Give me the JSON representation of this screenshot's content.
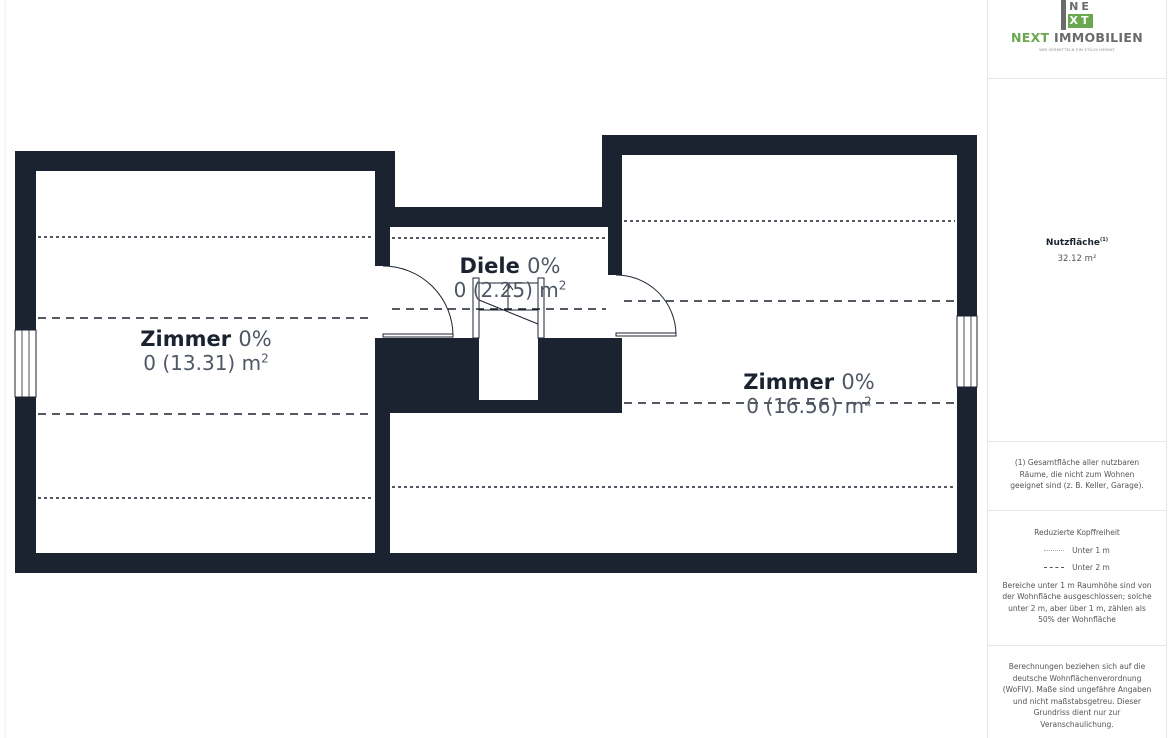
{
  "colors": {
    "wall": "#1c2330",
    "accent": "#6aa84f",
    "logo_grey": "#6b6b6b"
  },
  "rooms": [
    {
      "name": "Zimmer",
      "percent": "0%",
      "area": "0 (13.31) m",
      "unit_sup": "2"
    },
    {
      "name": "Diele",
      "percent": "0%",
      "area": "0 (2.25) m",
      "unit_sup": "2"
    },
    {
      "name": "Zimmer",
      "percent": "0%",
      "area": "0 (16.56) m",
      "unit_sup": "2"
    }
  ],
  "sidebar": {
    "logo": {
      "letters_top": "NE",
      "letters_bottom": "XT",
      "word1": "NEXT",
      "word2": "IMMOBILIEN",
      "tagline": "WIR VERMITTELN EIN STÜCK HEIMAT"
    },
    "nutzflaeche": {
      "label": "Nutzfläche",
      "sup": "(1)",
      "value": "32.12 m²"
    },
    "footnote": "(1) Gesamtfläche aller nutzbaren Räume, die nicht zum Wohnen geeignet sind (z. B. Keller, Garage).",
    "legend": {
      "title": "Reduzierte Kopffreiheit",
      "under1": "Unter 1 m",
      "under2": "Unter 2 m",
      "text": "Bereiche unter 1 m Raumhöhe sind von der Wohnfläche ausgeschlossen; solche unter 2 m, aber über 1 m, zählen als 50% der Wohnfläche"
    },
    "disclaimer": "Berechnungen beziehen sich auf die deutsche Wohnflächenverordnung (WoFlV). Maße sind ungefähre Angaben und nicht maßstabsgetreu. Dieser Grundriss dient nur zur Veranschaulichung."
  }
}
